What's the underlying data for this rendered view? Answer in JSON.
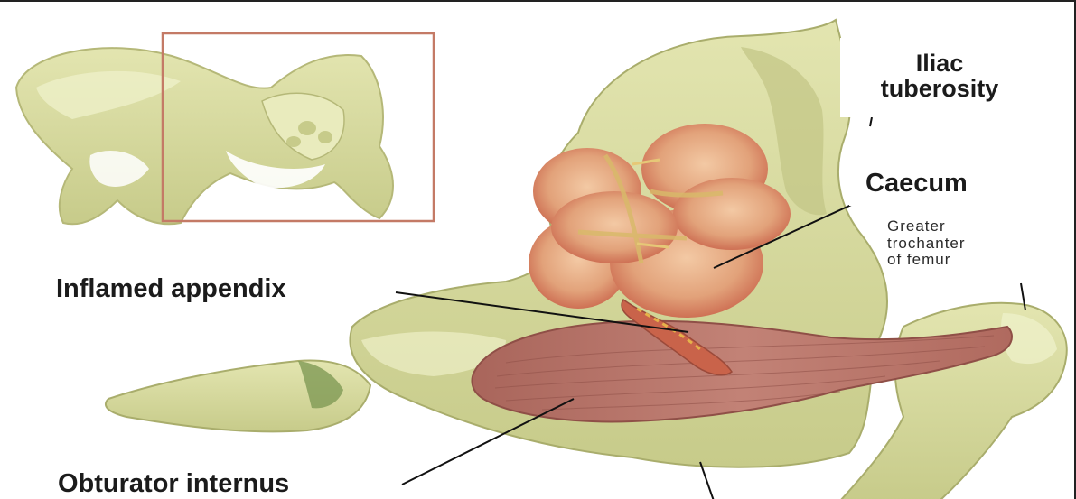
{
  "figure": {
    "labels": {
      "iliac_line1": "Iliac",
      "iliac_line2": "tuberosity",
      "caecum": "Caecum",
      "trochanter_line1": "Greater",
      "trochanter_line2": "trochanter",
      "trochanter_line3": "of femur",
      "appendix": "Inflamed appendix",
      "obturator": "Obturator internus"
    },
    "colors": {
      "bone": "#d9dca0",
      "bone_shadow": "#b5b878",
      "caecum": "#e2a27a",
      "caecum_dark": "#c9634a",
      "muscle": "#b87468",
      "muscle_dark": "#8f4f47",
      "inset_frame": "#c47a66",
      "leader_line": "#111111"
    }
  }
}
